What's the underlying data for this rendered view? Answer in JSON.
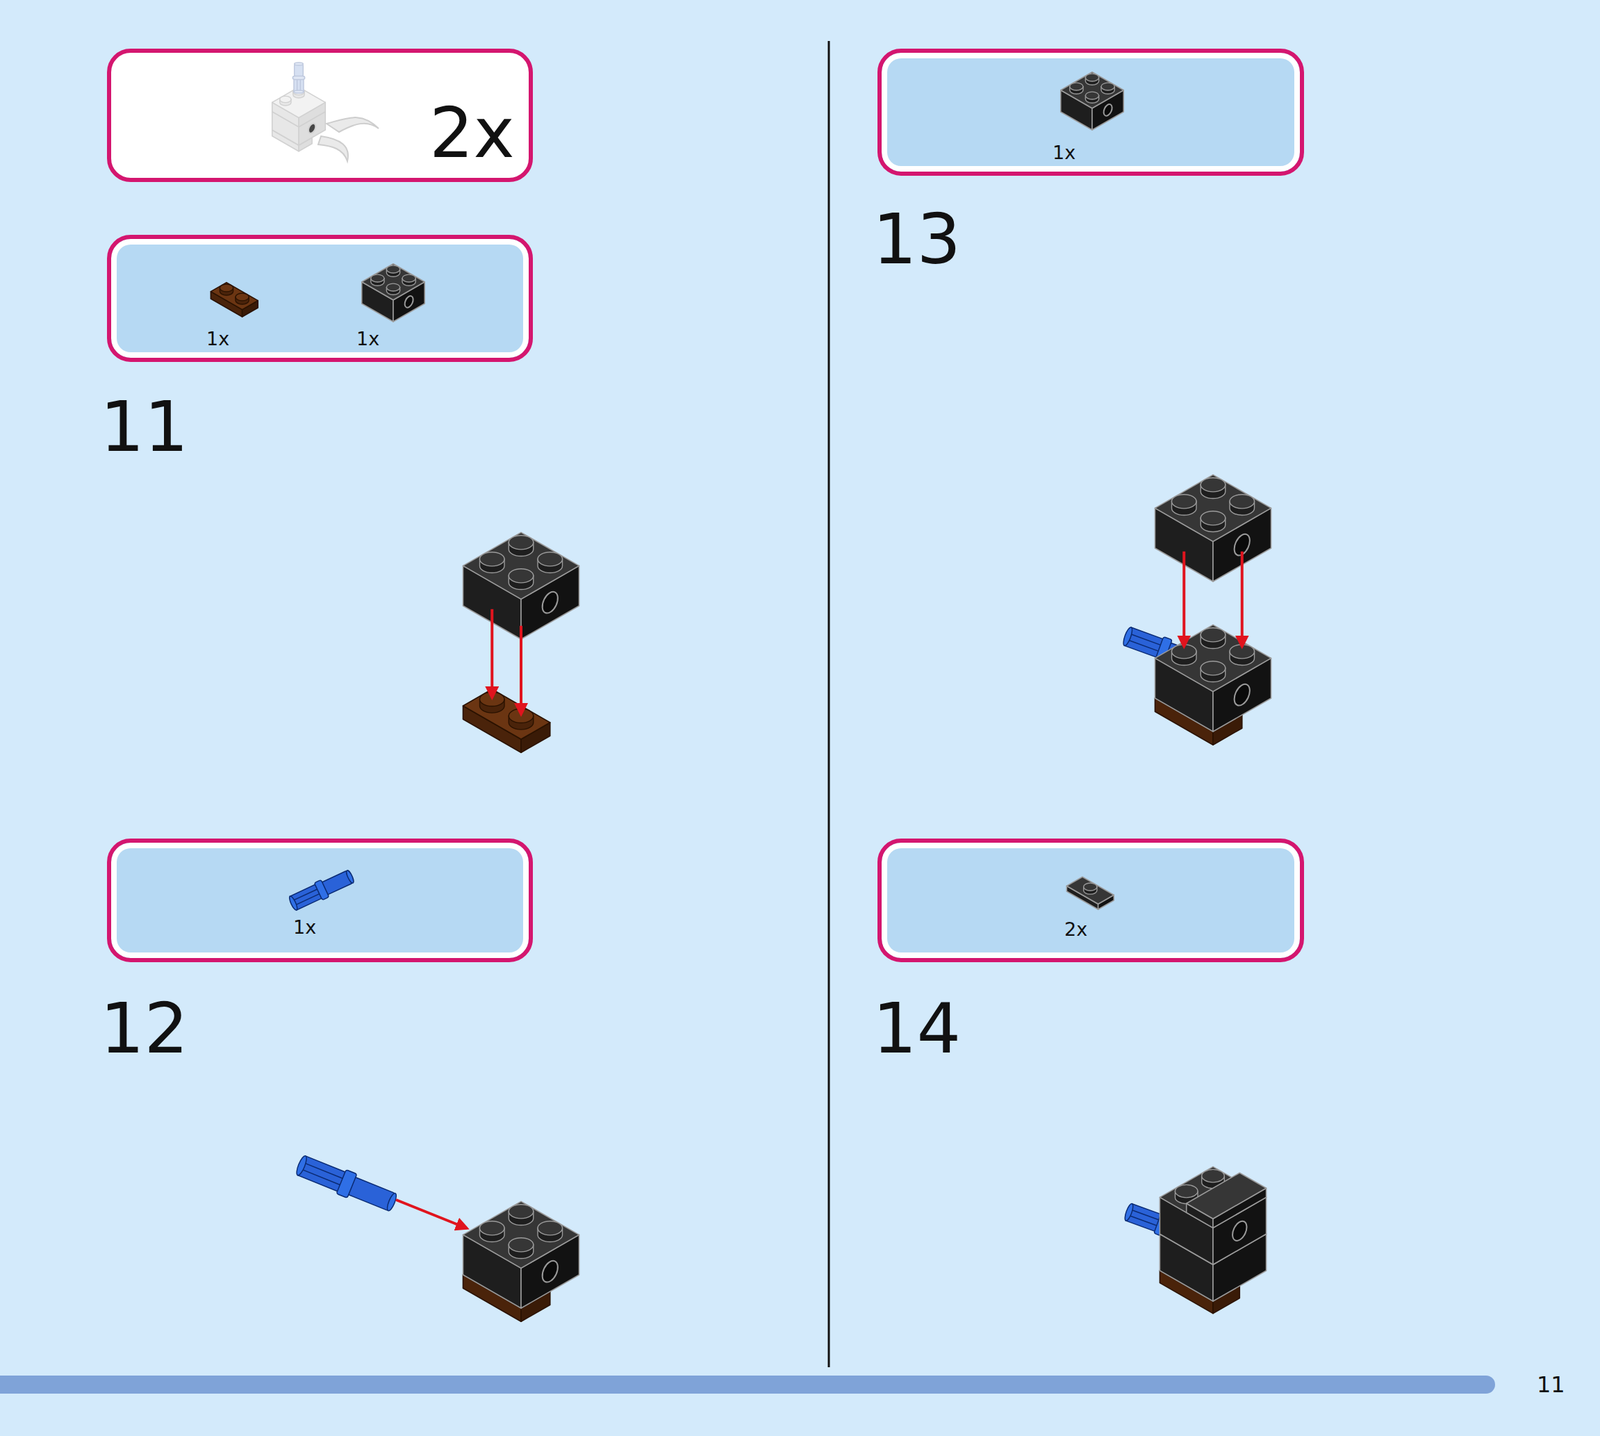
{
  "diagram": {
    "nodes": [
      {
        "text": [
          "2x"
        ]
      },
      {
        "text": [
          "1x",
          "1x"
        ]
      },
      {
        "text": [
          "1x"
        ]
      },
      {
        "text": [
          "1x"
        ]
      },
      {
        "text": [
          "2x"
        ]
      }
    ],
    "labels": [
      "11",
      "12",
      "13",
      "14",
      "11"
    ]
  }
}
